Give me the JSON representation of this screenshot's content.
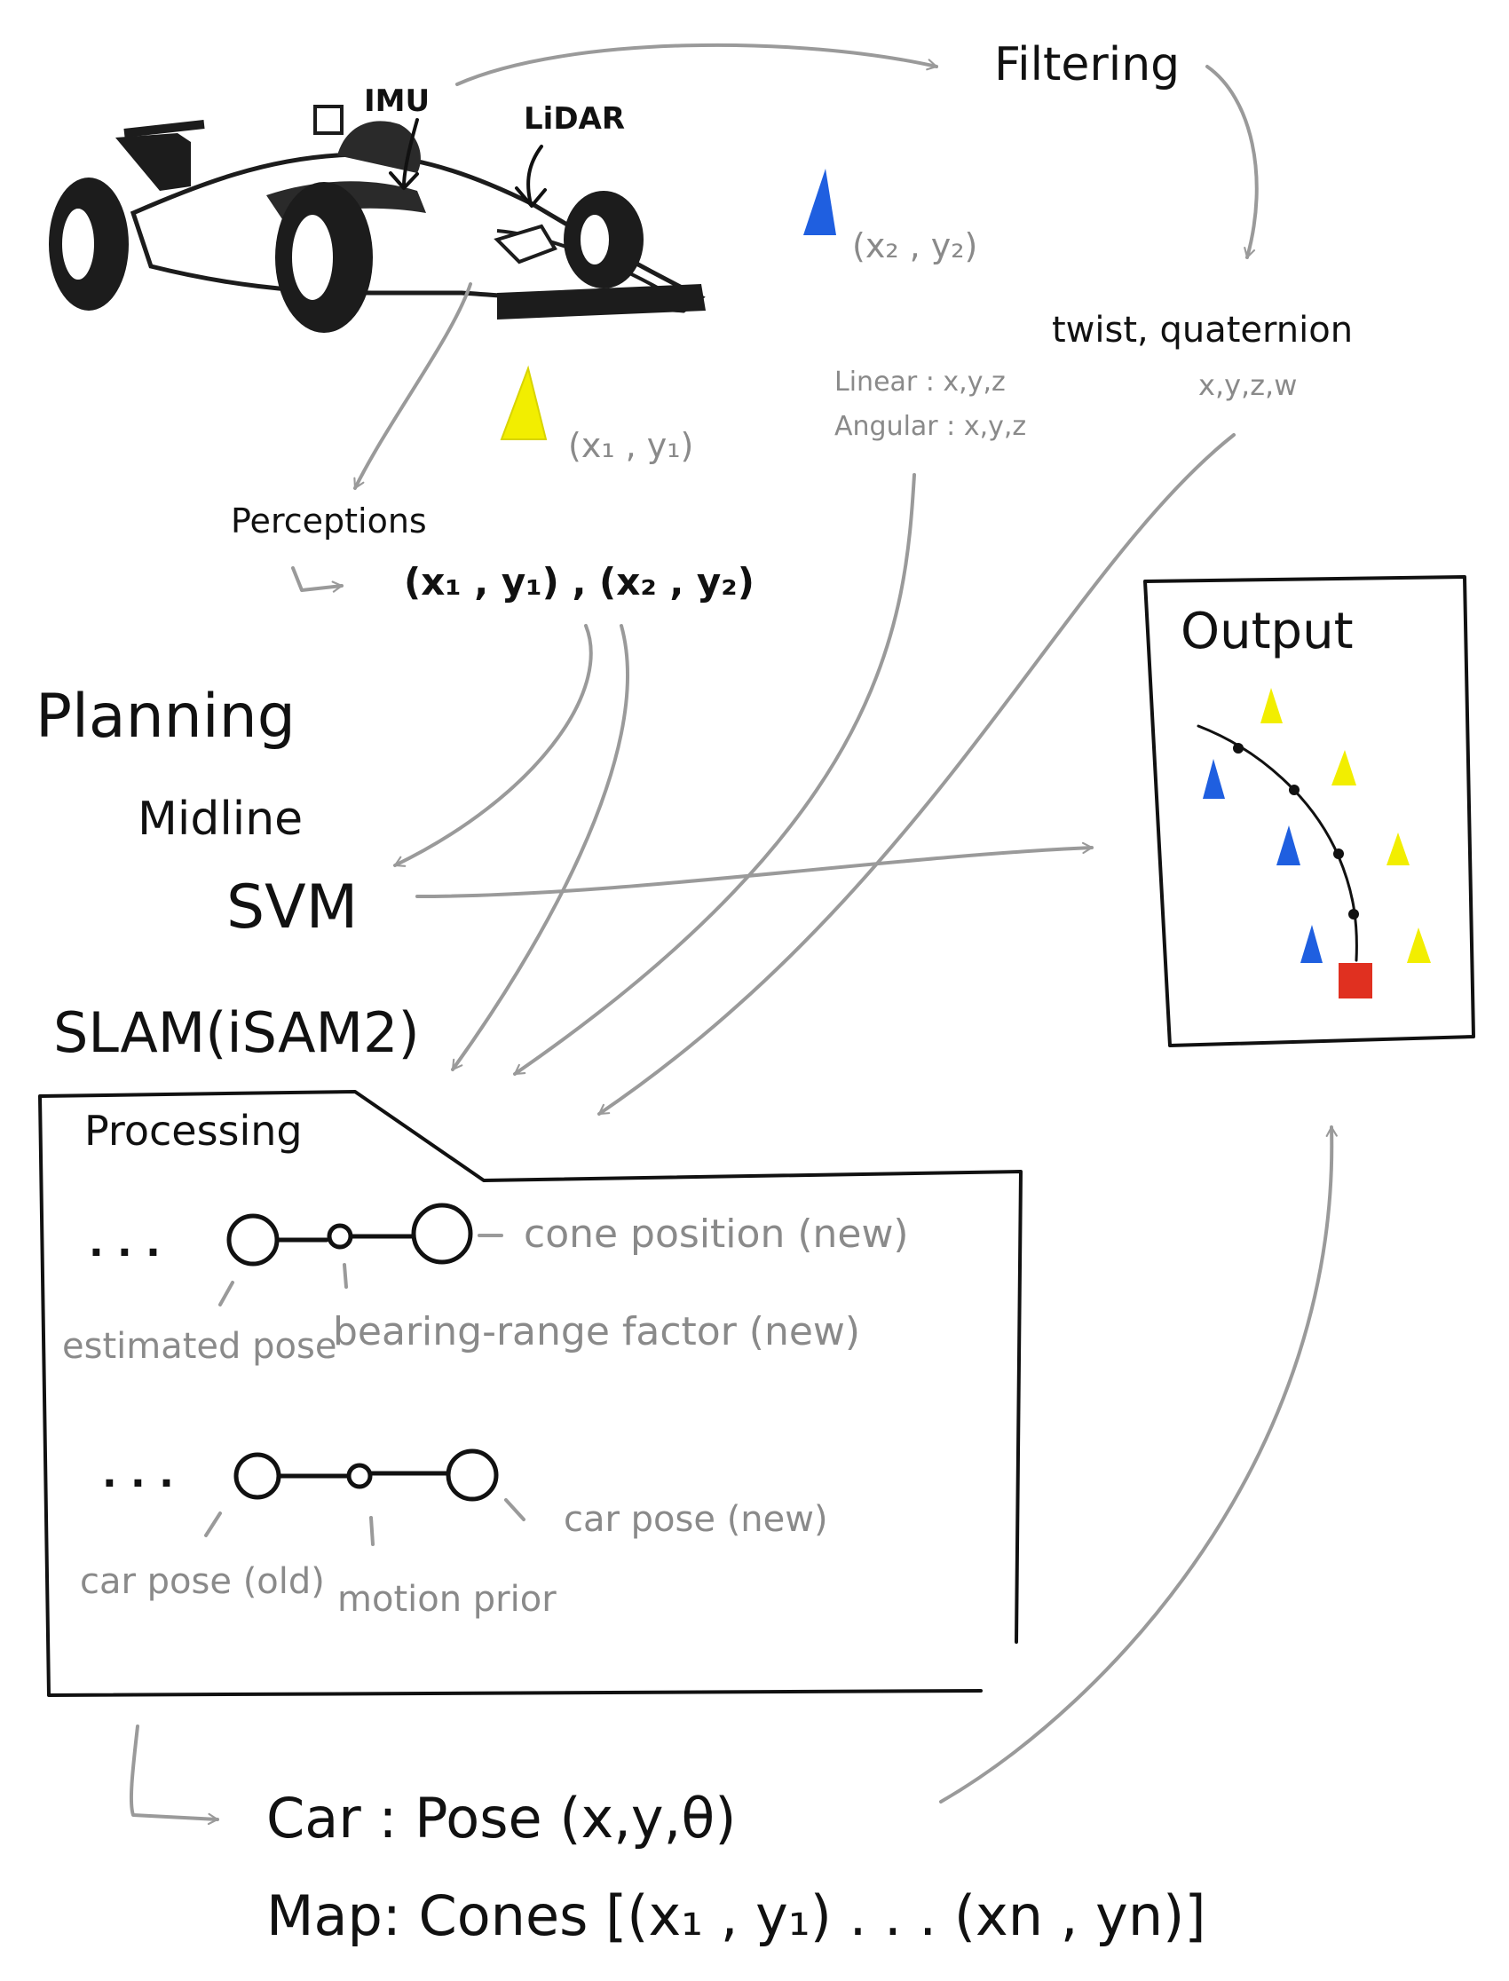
{
  "colors": {
    "ink": "#111111",
    "grey_ink": "#8a8a8a",
    "blue_cone": "#1f5fe0",
    "yellow_cone": "#f2ee00",
    "red_car": "#e03020"
  },
  "sensors": {
    "imu": "IMU",
    "lidar": "LiDAR",
    "car_icon": "race-car-icon"
  },
  "filtering": {
    "title": "Filtering",
    "twist_quaternion": "twist, quaternion",
    "linear": "Linear : x,y,z",
    "angular": "Angular : x,y,z",
    "quaternion_components": "x,y,z,w"
  },
  "cones": {
    "cone1": "(x₁ , y₁)",
    "cone2": "(x₂ , y₂)"
  },
  "perceptions": {
    "title": "Perceptions",
    "values": "(x₁ , y₁) , (x₂ , y₂)"
  },
  "planning": {
    "title": "Planning",
    "midline": "Midline",
    "svm": "SVM"
  },
  "slam": {
    "title": "SLAM(iSAM2)",
    "processing": "Processing",
    "row1_dots": ". . .",
    "cone_position": "cone position (new)",
    "estimated_pose": "estimated pose",
    "bearing_range": "bearing-range factor (new)",
    "row2_dots": ". . .",
    "car_pose_new": "car pose (new)",
    "car_pose_old": "car pose (old)",
    "motion_prior": "motion prior"
  },
  "output": {
    "title": "Output"
  },
  "results": {
    "car_line": "Car : Pose (x,y,θ)",
    "map_line": "Map: Cones [(x₁ , y₁) . . . (xn , yn)]"
  }
}
